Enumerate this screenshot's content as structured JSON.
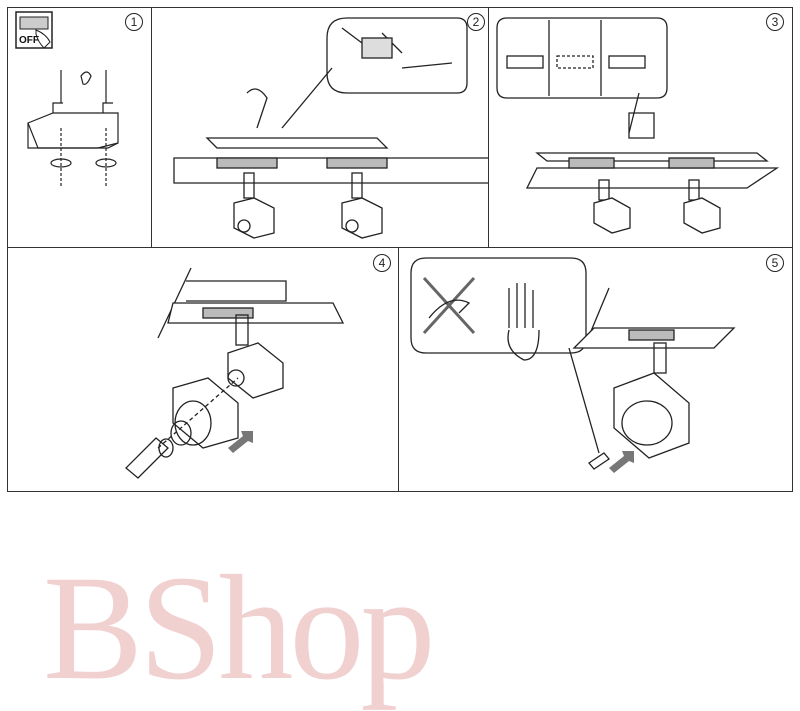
{
  "steps": [
    {
      "number": "1",
      "switch_label": "OFF"
    },
    {
      "number": "2"
    },
    {
      "number": "3"
    },
    {
      "number": "4"
    },
    {
      "number": "5"
    }
  ],
  "watermark": "BShop",
  "colors": {
    "line": "#222222",
    "watermark": "#d77878",
    "arrow": "#777777"
  }
}
